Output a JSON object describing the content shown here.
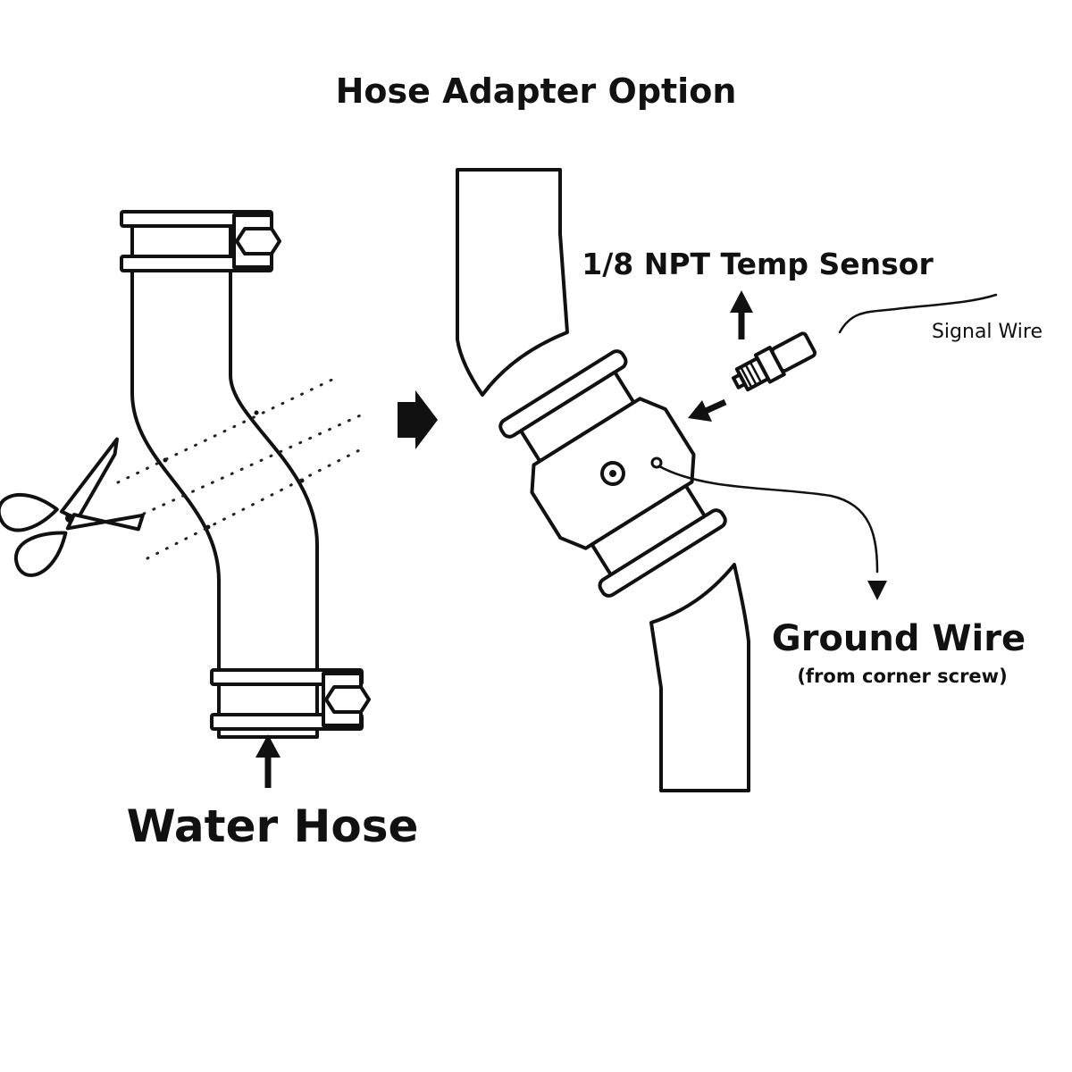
{
  "title": "Hose Adapter Option",
  "labels": {
    "temp_sensor": "1/8 NPT Temp Sensor",
    "signal_wire": "Signal Wire",
    "ground_wire": "Ground Wire",
    "ground_wire_note": "(from corner screw)",
    "water_hose": "Water Hose"
  },
  "icons": [
    "scissors-icon",
    "arrow-right-icon",
    "arrow-up-icon",
    "arrow-down-left-icon"
  ],
  "colors": {
    "ink": "#111111",
    "background": "#ffffff"
  }
}
